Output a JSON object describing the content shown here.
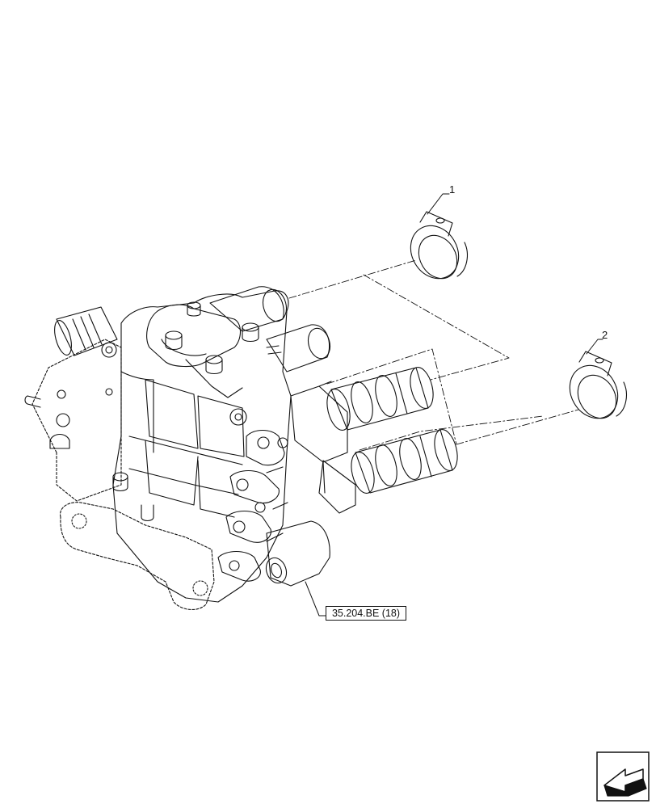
{
  "callouts": [
    {
      "number": "1"
    },
    {
      "number": "2"
    }
  ],
  "reference_link": {
    "label": "35.204.BE (18)"
  },
  "icons": {
    "navigation": "next-page-arrow-icon"
  }
}
